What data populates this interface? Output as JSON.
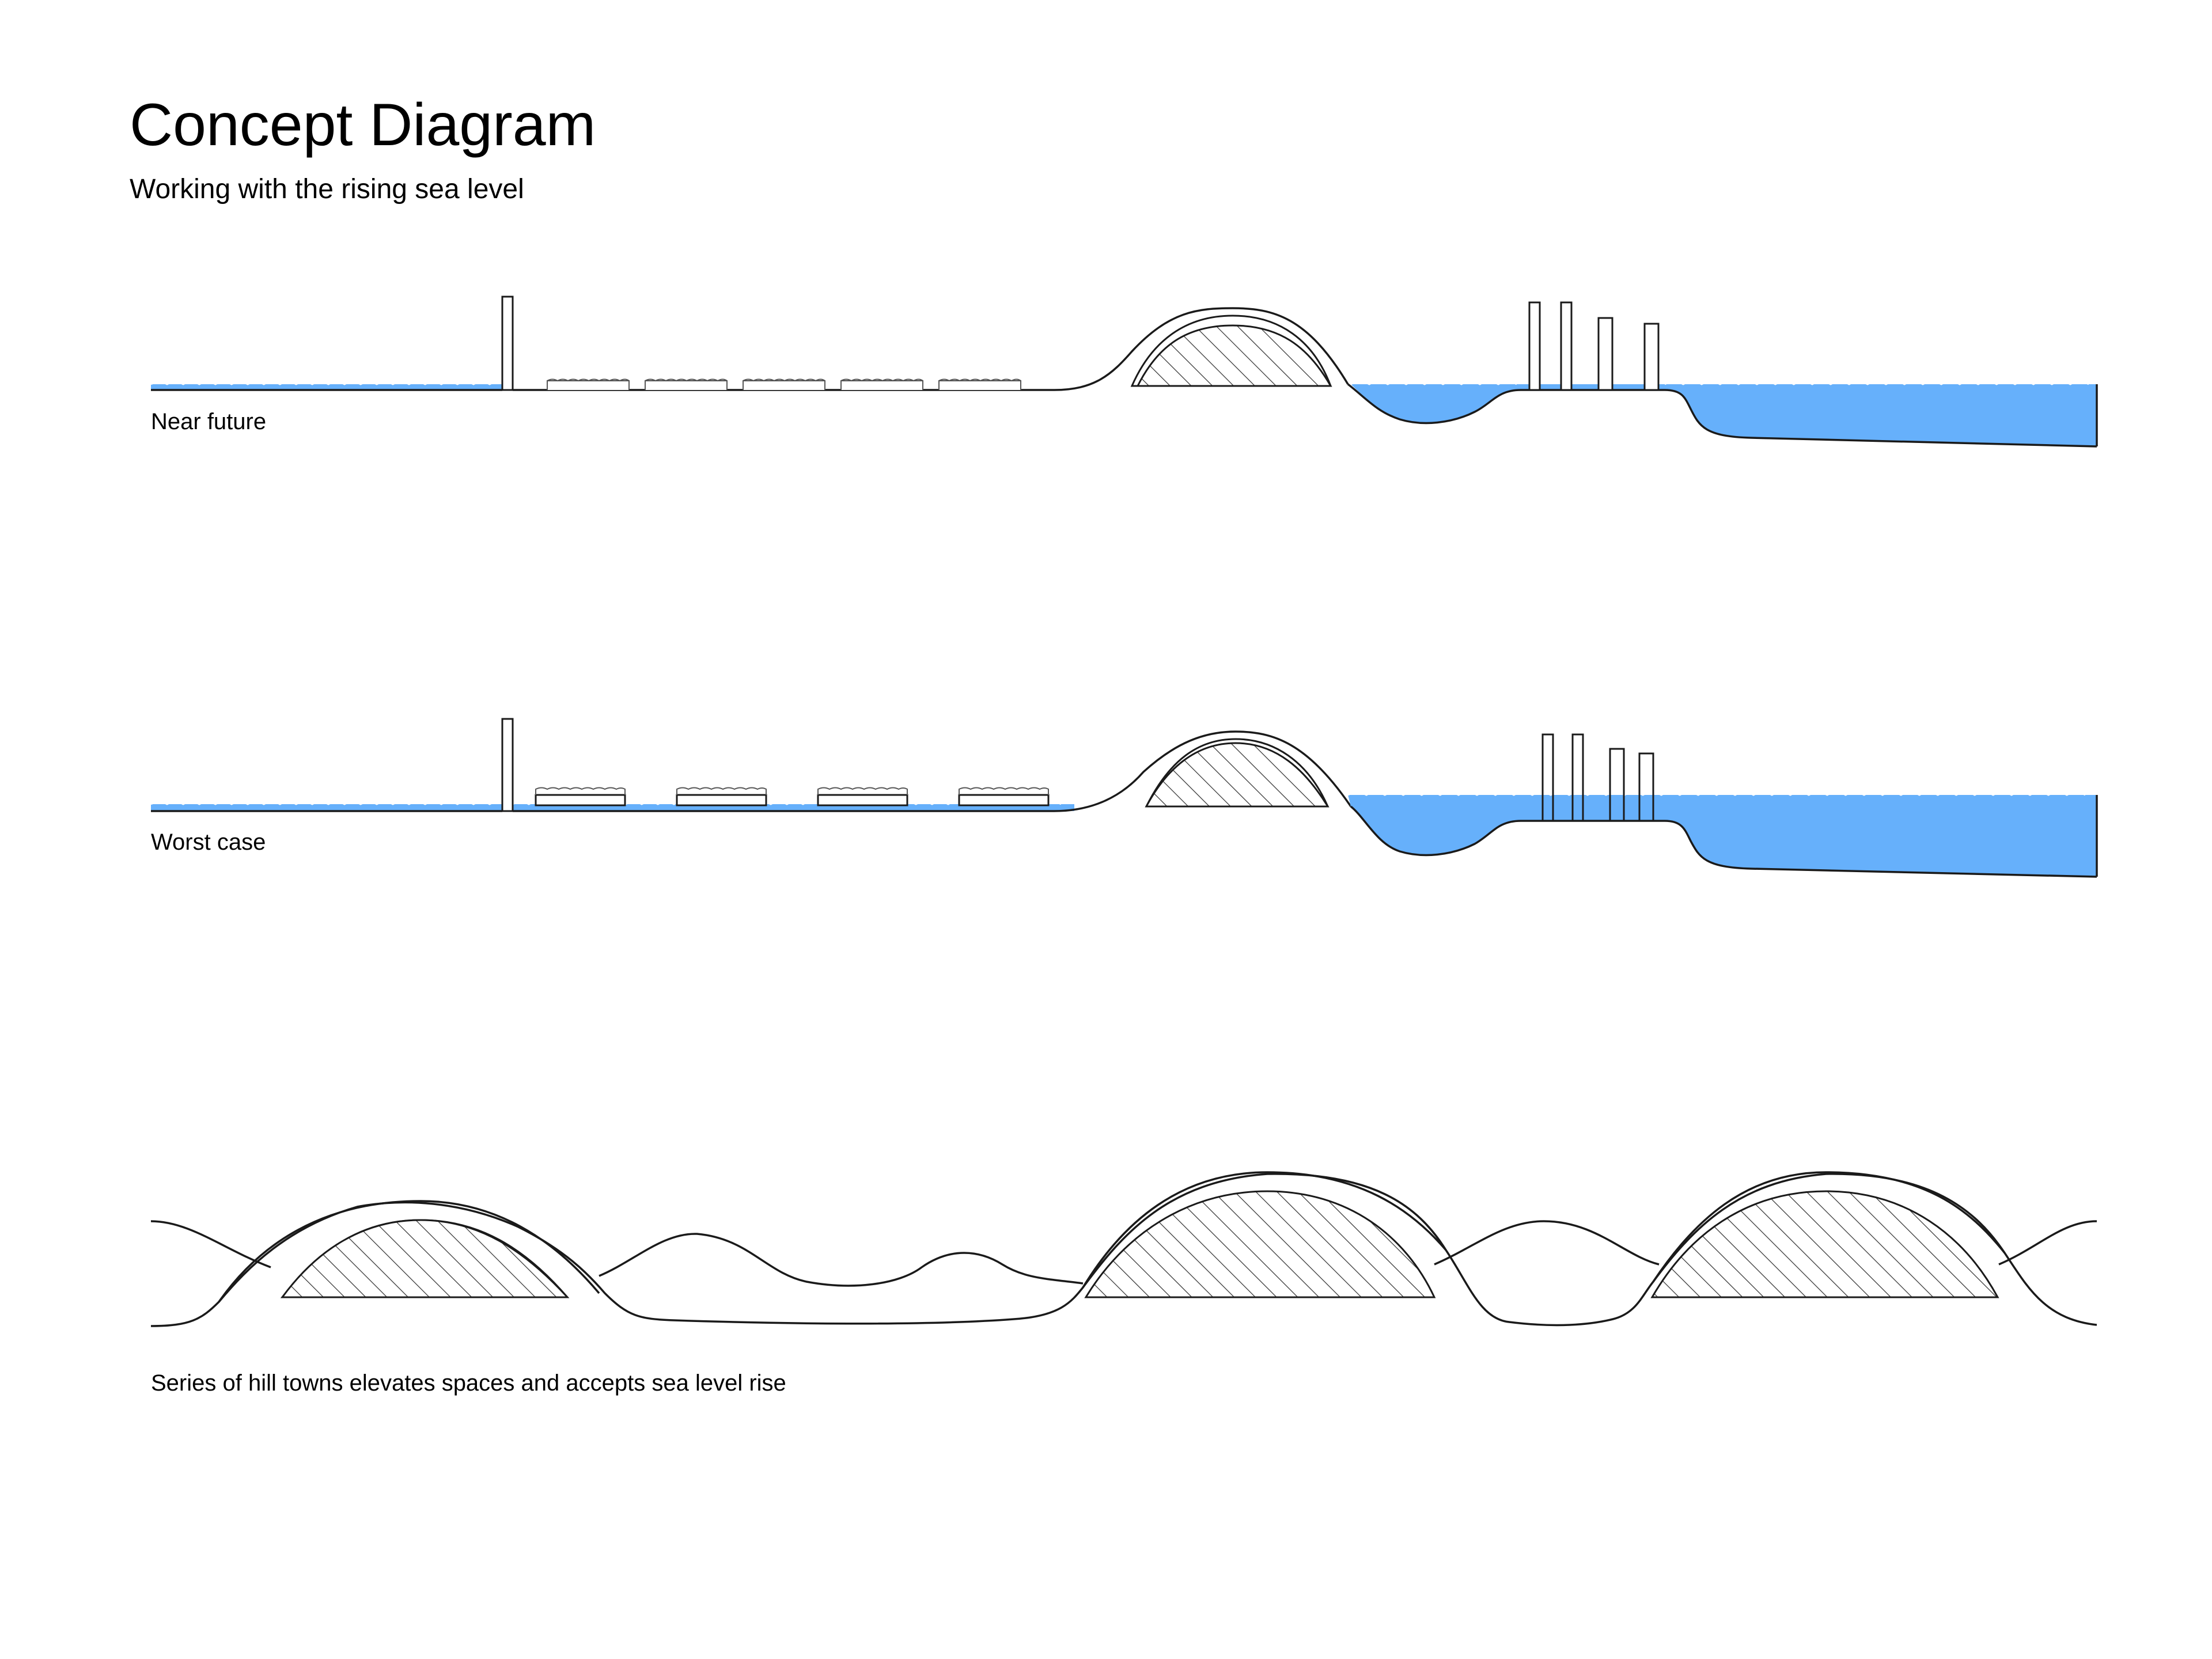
{
  "header": {
    "title": "Concept Diagram",
    "subtitle": "Working with the rising sea level"
  },
  "scenarios": [
    {
      "id": "near-future",
      "label": "Near future"
    },
    {
      "id": "worst-case",
      "label": "Worst case"
    },
    {
      "id": "hill-towns",
      "label": "Series of hill towns elevates spaces and accepts sea level rise"
    }
  ],
  "colors": {
    "water": "#66b0fb",
    "line": "#1a1a1a",
    "background": "#ffffff"
  }
}
